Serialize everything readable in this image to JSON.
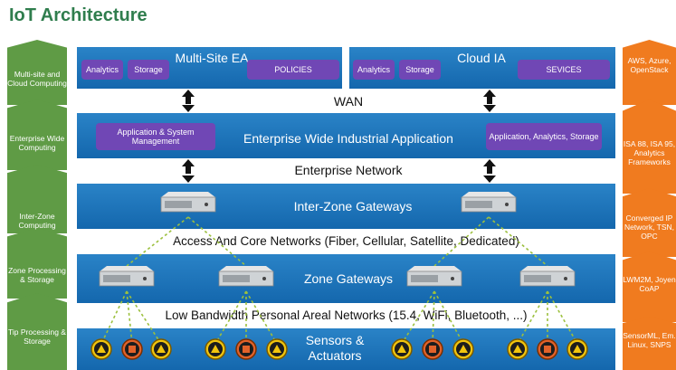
{
  "title": "IoT Architecture",
  "left_column": [
    {
      "label": "Multi-site and Cloud Computing"
    },
    {
      "label": "Enterprise Wide Computing"
    },
    {
      "label": "Inter-Zone Computing"
    },
    {
      "label": "Zone Processing & Storage"
    },
    {
      "label": "Tip Processing & Storage"
    }
  ],
  "right_column": [
    {
      "label": "AWS, Azure, OpenStack"
    },
    {
      "label": "ISA 88, ISA 95, Analytics Frameworks"
    },
    {
      "label": "Converged IP Network, TSN, OPC"
    },
    {
      "label": "LWM2M, Joyen CoAP"
    },
    {
      "label": "SensorML, Em. Linux, SNPS"
    }
  ],
  "top_band": {
    "left": {
      "analytics": "Analytics",
      "storage": "Storage",
      "title": "Multi-Site EA",
      "policies": "POLICIES"
    },
    "right": {
      "analytics": "Analytics",
      "storage": "Storage",
      "title": "Cloud IA",
      "services": "SEVICES"
    }
  },
  "wan_label": "WAN",
  "enterprise_band": {
    "left_pill": "Application & System Management",
    "title": "Enterprise Wide Industrial Application",
    "right_pill": "Application, Analytics, Storage"
  },
  "enterprise_network_label": "Enterprise Network",
  "interzone_label": "Inter-Zone Gateways",
  "access_networks_label": "Access And Core Networks (Fiber, Cellular, Satellite, Dedicated)",
  "zone_gateways_label": "Zone Gateways",
  "low_bandwidth_label": "Low Bandwidth Personal Areal Networks (15.4, WiFi, Bluetooth, ...)",
  "sensors_label": "Sensors & Actuators",
  "colors": {
    "title": "#2f7d4d",
    "left_column": "#5f9b45",
    "right_column": "#f07b1f",
    "band": "#1a6fb4",
    "pill": "#7047b5",
    "sensor_yellow": "#f1c50e",
    "sensor_orange": "#e2622a"
  }
}
